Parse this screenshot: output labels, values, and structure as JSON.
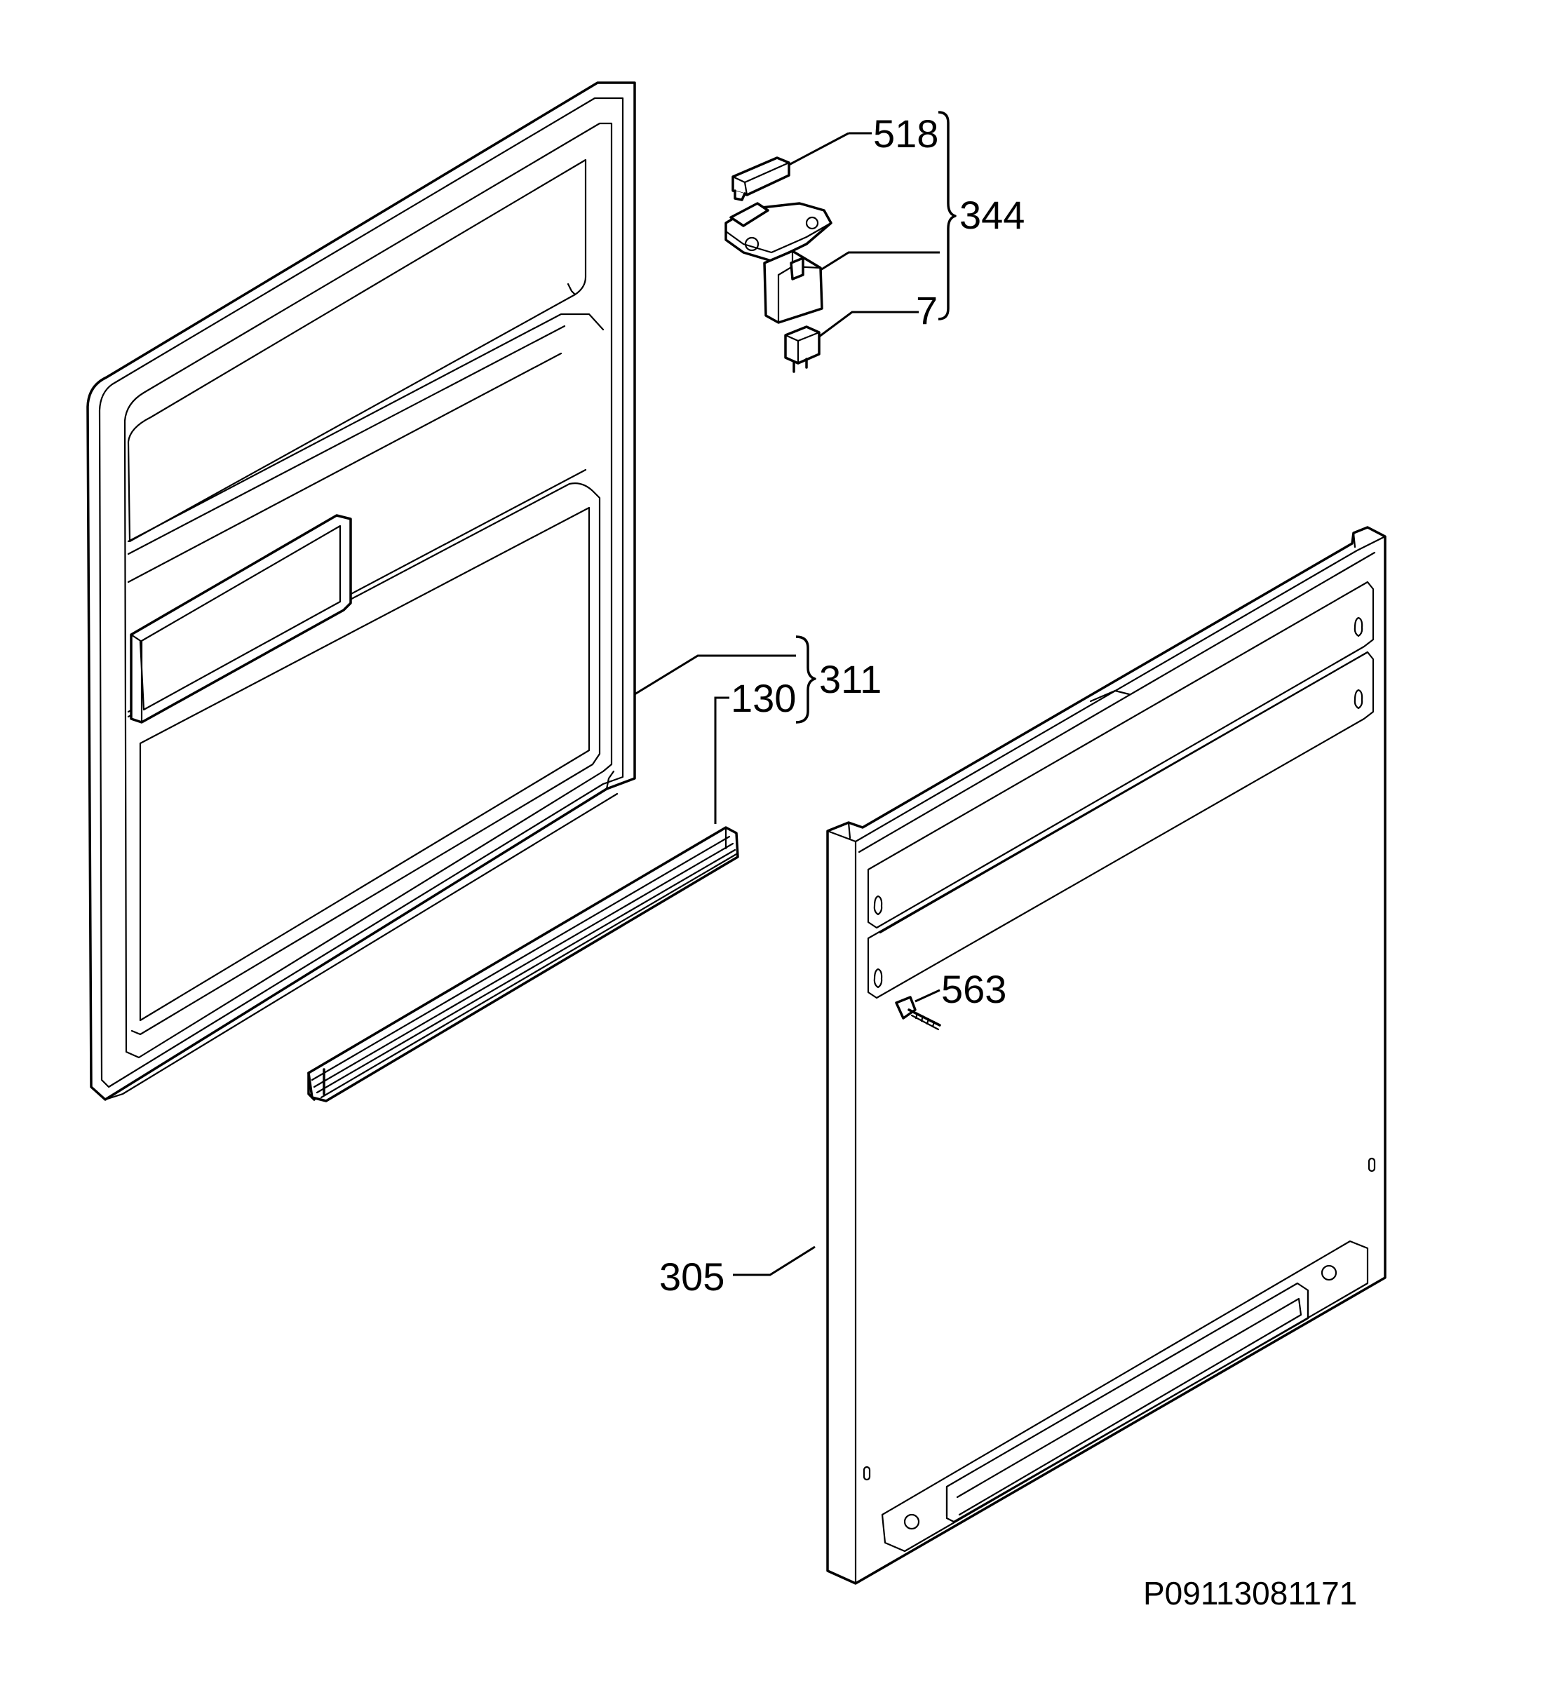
{
  "labels": {
    "p518": "518",
    "p344": "344",
    "p7": "7",
    "p311": "311",
    "p130": "130",
    "p563": "563",
    "p305": "305"
  },
  "drawing_code": "P09113081171"
}
